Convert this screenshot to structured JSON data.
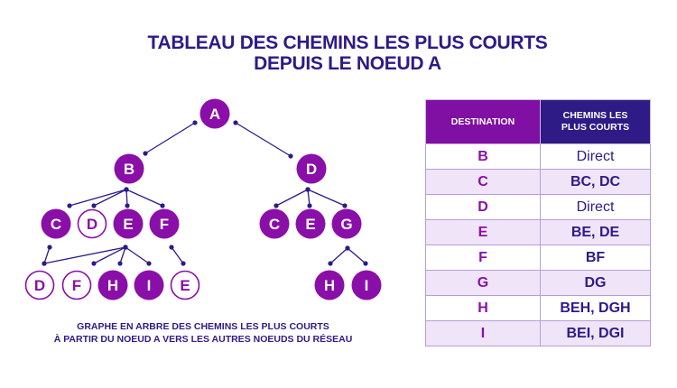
{
  "title": {
    "line1": "TABLEAU DES CHEMINS LES PLUS COURTS",
    "line2": "DEPUIS LE NOEUD A"
  },
  "caption": {
    "line1": "GRAPHE EN ARBRE DES CHEMINS LES PLUS COURTS",
    "line2": "À PARTIR DU NOEUD A VERS LES AUTRES NOEUDS DU RÉSEAU"
  },
  "colors": {
    "node_fill": "#8a0fa8",
    "edge": "#2e1a87",
    "title": "#2e1a87"
  },
  "tree": {
    "nodes": [
      {
        "id": "A",
        "label": "A",
        "style": "filled"
      },
      {
        "id": "B",
        "label": "B",
        "style": "filled"
      },
      {
        "id": "D1",
        "label": "D",
        "style": "filled"
      },
      {
        "id": "C1",
        "label": "C",
        "style": "filled"
      },
      {
        "id": "D2",
        "label": "D",
        "style": "outline"
      },
      {
        "id": "E1",
        "label": "E",
        "style": "filled"
      },
      {
        "id": "F1",
        "label": "F",
        "style": "filled"
      },
      {
        "id": "C2",
        "label": "C",
        "style": "filled"
      },
      {
        "id": "E2",
        "label": "E",
        "style": "filled"
      },
      {
        "id": "G",
        "label": "G",
        "style": "filled"
      },
      {
        "id": "D3",
        "label": "D",
        "style": "outline"
      },
      {
        "id": "F2",
        "label": "F",
        "style": "outline"
      },
      {
        "id": "H1",
        "label": "H",
        "style": "filled"
      },
      {
        "id": "I1",
        "label": "I",
        "style": "filled"
      },
      {
        "id": "E3",
        "label": "E",
        "style": "outline"
      },
      {
        "id": "H2",
        "label": "H",
        "style": "filled"
      },
      {
        "id": "I2",
        "label": "I",
        "style": "filled"
      }
    ]
  },
  "table": {
    "headers": [
      "DESTINATION",
      "CHEMINS LES PLUS COURTS"
    ],
    "rows": [
      {
        "destination": "B",
        "paths": "Direct"
      },
      {
        "destination": "C",
        "paths": "BC, DC"
      },
      {
        "destination": "D",
        "paths": "Direct"
      },
      {
        "destination": "E",
        "paths": "BE, DE"
      },
      {
        "destination": "F",
        "paths": "BF"
      },
      {
        "destination": "G",
        "paths": "DG"
      },
      {
        "destination": "H",
        "paths": "BEH, DGH"
      },
      {
        "destination": "I",
        "paths": "BEI, DGI"
      }
    ]
  }
}
